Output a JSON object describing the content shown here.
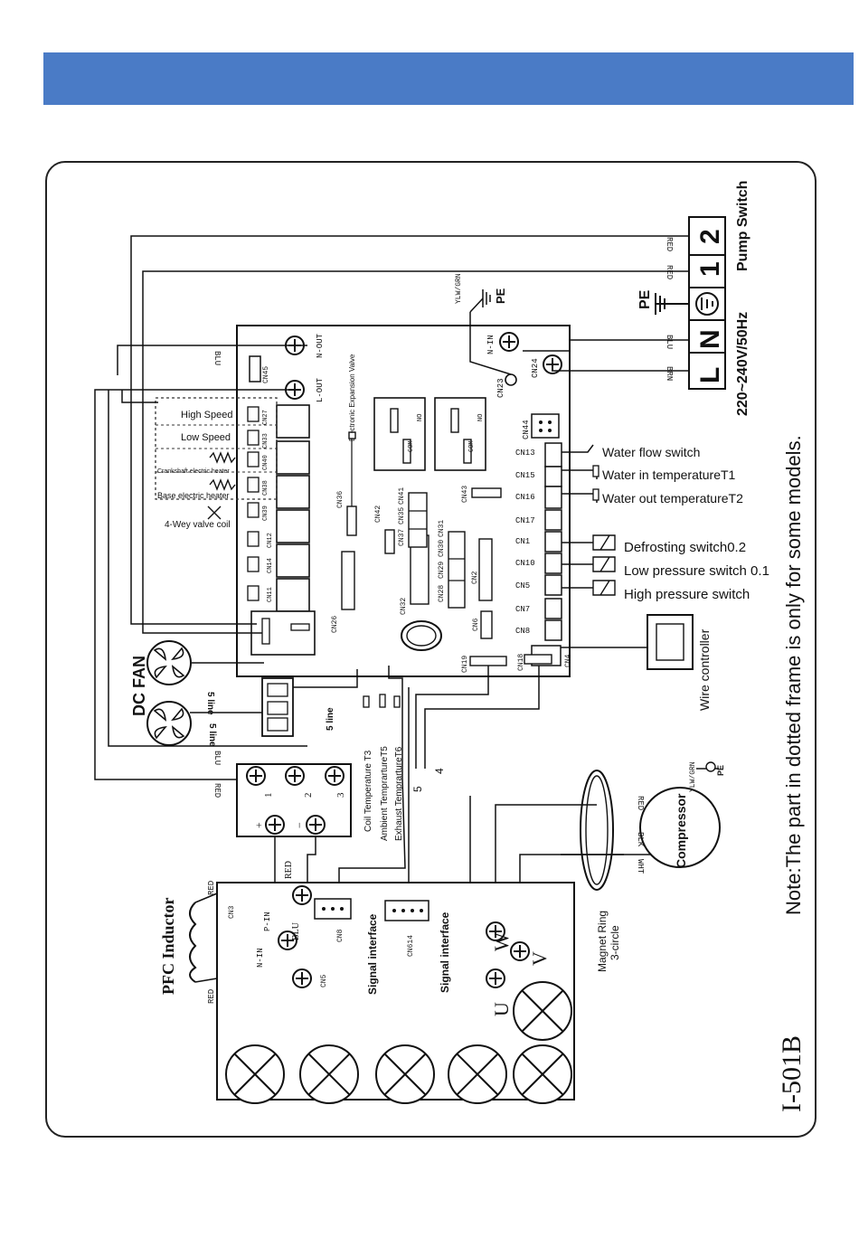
{
  "diagram": {
    "model": "I-501B",
    "note": "Note:The part in dotted frame is only for some models.",
    "power": {
      "supply_label": "220~240V/50Hz",
      "pump_label": "Pump Switch",
      "terminal_L": "L",
      "terminal_N": "N",
      "terminal_1": "1",
      "terminal_2": "2",
      "pe": "PE",
      "pe_top": "PE",
      "ylw_grn": "YLW/GRN"
    },
    "wire_colors": {
      "red1": "RED",
      "red2": "RED",
      "blu": "BLU",
      "brn": "BRN",
      "blu_top": "BLU",
      "blu_left": "BLU",
      "red_left": "RED"
    },
    "board_connectors": {
      "n_out": "N-OUT",
      "l_out": "L-OUT",
      "n_in": "N-IN",
      "cn45": "CN45",
      "cn23": "CN23",
      "cn24": "CN24",
      "cn44": "CN44",
      "cn13": "CN13",
      "cn15": "CN15",
      "cn16": "CN16",
      "cn17": "CN17",
      "cn1": "CN1",
      "cn10": "CN10",
      "cn5": "CN5",
      "cn7": "CN7",
      "cn8": "CN8",
      "cn4": "CN4",
      "cn18": "CN18",
      "cn19": "CN19",
      "cn6": "CN6",
      "cn32": "CN32",
      "cn28": "CN28",
      "cn29": "CN29",
      "cn2": "CN2",
      "cn30": "CN30",
      "cn31": "CN31",
      "cn37": "CN37",
      "cn35": "CN35",
      "cn41": "CN41",
      "cn42": "CN42",
      "cn43": "CN43",
      "cn36": "CN36",
      "cn26": "CN26",
      "cn11": "CN11",
      "cn14": "CN14",
      "cn12": "CN12",
      "cn39": "CN39",
      "cn38": "CN38",
      "cn40": "CN40",
      "cn33": "CN33",
      "cn27": "CN27",
      "com": "COM",
      "com2": "COM",
      "no": "NO",
      "no2": "NO"
    },
    "components": {
      "eev": "Electronic Expansion Valve",
      "high_speed": "High Speed",
      "low_speed": "Low Speed",
      "crankshaft_heater": "Crankshaft electric heater",
      "base_heater": "Base electric heater",
      "four_way": "4-Wey valve coil",
      "water_flow": "Water flow switch",
      "water_in": "Water in temperatureT1",
      "water_out": "Water out temperatureT2",
      "defrost": "Defrosting switch0.2",
      "low_pressure": "Low pressure switch 0.1",
      "high_pressure": "High pressure switch",
      "wire_controller": "Wire controller",
      "dc_fan": "DC FAN",
      "five_line_a": "5 line",
      "five_line_b": "5 line",
      "five_line_c": "5 line",
      "coil_temp": "Coil Temperature T3",
      "ambient_temp": "Ambient TemprartureT5",
      "exhaust_temp": "Exhaust TemprartureT6",
      "num5": "5",
      "num4": "4",
      "compressor": "Compressor",
      "comp_red": "RED",
      "comp_blk": "BLK",
      "comp_wht": "WHT",
      "comp_ylwgrn": "YLW/GRN",
      "comp_pe": "PE",
      "magnet_ring": "Magnet Ring",
      "three_circle": "3-circle",
      "pfc": "PFC Inductor",
      "pfc_red1": "RED",
      "pfc_red2": "RED",
      "signal1": "Signal interface",
      "signal2": "Signal interface",
      "cn8_drv": "CN8",
      "cn614": "CN614",
      "cn3": "CN3",
      "cn5_drv": "CN5",
      "p_in": "P-IN",
      "n_in_drv": "N-IN",
      "drv_red": "RED",
      "drv_blu": "BLU",
      "u": "U",
      "v": "V",
      "w": "W",
      "rect_1": "1",
      "rect_2": "2",
      "rect_3": "3",
      "rect_plus": "+",
      "rect_minus": "−"
    }
  }
}
